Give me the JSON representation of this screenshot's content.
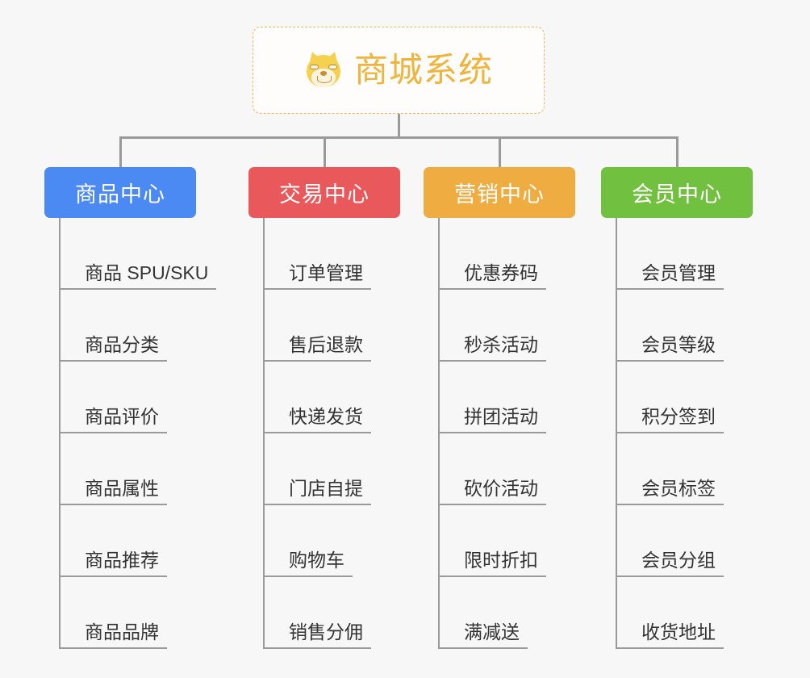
{
  "root": {
    "title": "商城系统",
    "icon": "shiba-dog-emoji",
    "border_color": "#e9b757",
    "text_color": "#f0b43c"
  },
  "connector": {
    "color": "#9a9a9a"
  },
  "columns": [
    {
      "label": "商品中心",
      "color": "#4a8af2",
      "items": [
        "商品 SPU/SKU",
        "商品分类",
        "商品评价",
        "商品属性",
        "商品推荐",
        "商品品牌"
      ]
    },
    {
      "label": "交易中心",
      "color": "#e9585a",
      "items": [
        "订单管理",
        "售后退款",
        "快递发货",
        "门店自提",
        "购物车",
        "销售分佣"
      ]
    },
    {
      "label": "营销中心",
      "color": "#eeac41",
      "items": [
        "优惠券码",
        "秒杀活动",
        "拼团活动",
        "砍价活动",
        "限时折扣",
        "满减送"
      ]
    },
    {
      "label": "会员中心",
      "color": "#72c040",
      "items": [
        "会员管理",
        "会员等级",
        "积分签到",
        "会员标签",
        "会员分组",
        "收货地址"
      ]
    }
  ]
}
